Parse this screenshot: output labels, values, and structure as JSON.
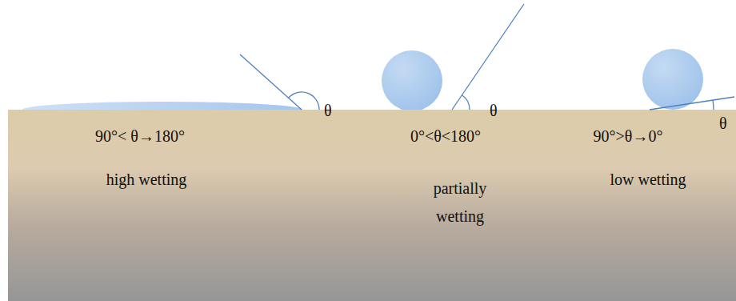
{
  "diagram": {
    "labels": [
      "θ",
      "θ",
      "θ",
      "90°< θ→180°",
      "0°<θ<180°",
      "90°>θ→0°",
      "high wetting",
      "partially wetting",
      "low wetting"
    ]
  }
}
